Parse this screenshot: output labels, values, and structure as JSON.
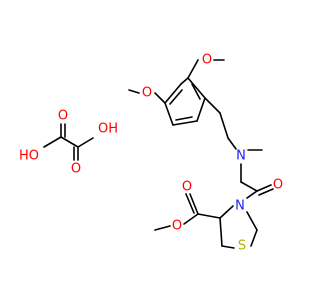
{
  "labels": {
    "oxygen": "O",
    "nitrogen": "N",
    "sulfur": "S",
    "hydroxyl": "OH",
    "hydroxyl_left": "HO"
  },
  "colors": {
    "oxygen": "#ff0000",
    "nitrogen": "#2020ff",
    "sulfur": "#b8b000",
    "bond": "#000000"
  }
}
